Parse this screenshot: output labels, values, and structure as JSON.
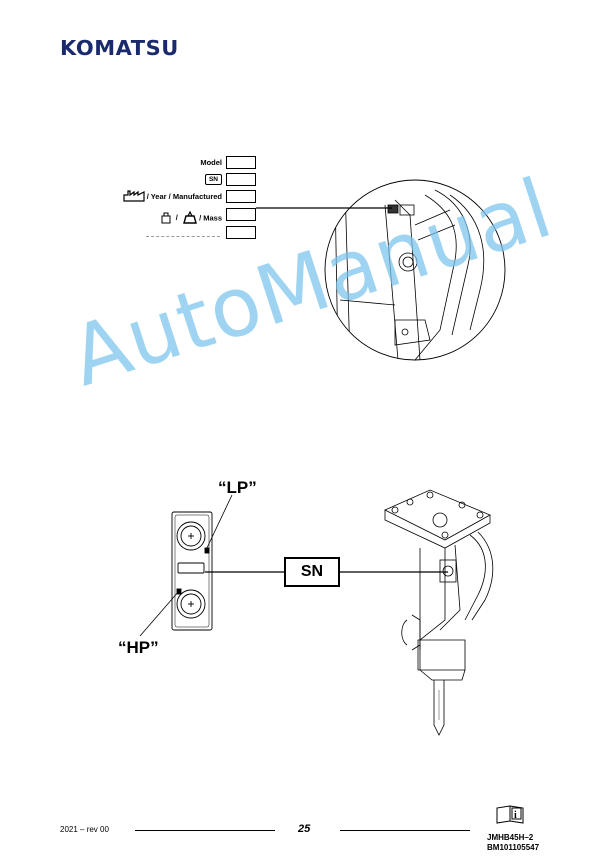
{
  "header": {
    "brand": "KOMATSU"
  },
  "plate": {
    "rows": [
      {
        "label": "Model"
      },
      {
        "label": "SN",
        "chip": true
      },
      {
        "label": "/ Year / Manufactured"
      },
      {
        "label": "/ Mass"
      },
      {
        "label": ""
      }
    ],
    "icons": [
      "factory-icon",
      "weight-icon",
      "weight-outline-icon"
    ]
  },
  "callouts": {
    "lp": "“LP”",
    "hp": "“HP”",
    "sn_box": "SN"
  },
  "watermark": "AutoManual",
  "footer": {
    "left": "2021 – rev 00",
    "page_number": "25",
    "code_line1": "JMHB45H–2",
    "code_line2": "BM101105547",
    "manual_icon": "manual-info-icon"
  },
  "colors": {
    "logo": "#1a2a6c",
    "watermark": "#78c3eb"
  }
}
